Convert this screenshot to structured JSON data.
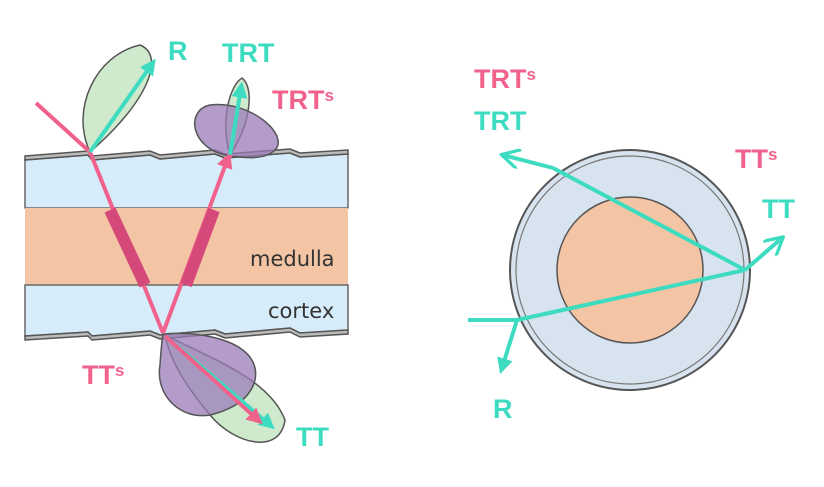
{
  "left_diagram": {
    "labels": {
      "r": "R",
      "trt": "TRT",
      "trt_s": "TRT",
      "trt_s_sup": "s",
      "tt_s": "TT",
      "tt_s_sup": "s",
      "tt": "TT"
    },
    "layers": {
      "medulla": "medulla",
      "cortex": "cortex"
    }
  },
  "right_diagram": {
    "labels": {
      "trt_s": "TRT",
      "trt_s_sup": "s",
      "trt": "TRT",
      "tt_s": "TT",
      "tt_s_sup": "s",
      "tt": "TT",
      "r": "R"
    }
  },
  "colors": {
    "teal": "#3ddbc0",
    "pink": "#f0628c",
    "cortex_fill": "#d6ecfa",
    "medulla_fill": "#f3c5a4",
    "lobe_green": "#cfe9cd",
    "lobe_purple": "#9b7bb8",
    "circle_outer": "#d7e3ef",
    "circle_inner": "#f3c5a4"
  }
}
